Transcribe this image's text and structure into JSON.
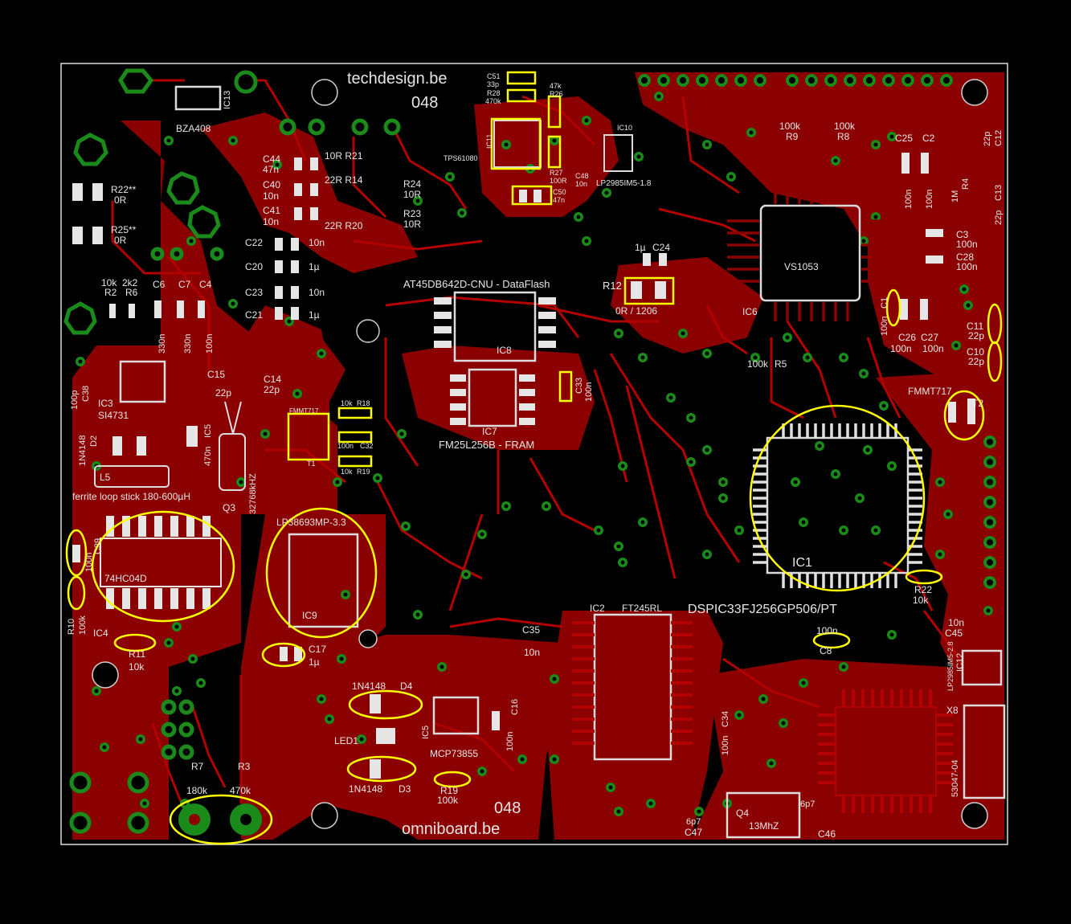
{
  "board": {
    "title_top": "techdesign.be",
    "number_top": "048",
    "number_bottom": "048",
    "title_bottom": "omniboard.be",
    "colors": {
      "background": "#000000",
      "copper": "#8b0000",
      "trace": "#b30000",
      "via": "#1a8a1a",
      "pad": "#ffffff",
      "outline": "#dcdcdc",
      "highlight": "#ffff00"
    }
  },
  "components": {
    "bza408": "BZA408",
    "ic13": "IC13",
    "c44": "C44",
    "c44_val": "47n",
    "c40": "C40",
    "c40_val": "10n",
    "c41": "C41",
    "c41_val": "10n",
    "r21": "10R R21",
    "r14": "22R R14",
    "r20": "22R R20",
    "r24": "R24",
    "r24_val": "10R",
    "r23": "R23",
    "r23_val": "10R",
    "r22": "R22**",
    "r22_val": "0R",
    "r25": "R25**",
    "r25_val": "0R",
    "c22": "C22",
    "c22_val": "10n",
    "c20": "C20",
    "c20_val": "1µ",
    "c23": "C23",
    "c23_val": "10n",
    "c21": "C21",
    "c21_val": "1µ",
    "r2": "R2",
    "r2_val": "10k",
    "r6": "R6",
    "r6_val": "2k2",
    "c6": "C6",
    "c6_val": "330n",
    "c7": "C7",
    "c7_val": "330n",
    "c4": "C4",
    "c4_val": "100n",
    "c38": "C38",
    "c38_val": "100p",
    "ic3": "IC3",
    "si4731": "SI4731",
    "c15": "C15",
    "c15_val": "22p",
    "c14": "C14",
    "c14_val": "22p",
    "ic15": "IC5",
    "ic15_val": "470n",
    "d2": "D2",
    "d2_val": "1N4148",
    "l5": "L5",
    "ferrite": "ferrite loop stick 180-600µH",
    "q3": "Q3",
    "q3_val": "32768kHZ",
    "c39": "C39",
    "c39_val": "100n",
    "r10": "R10",
    "r10_val": "100k",
    "ic4": "IC4",
    "hc04": "74HC04D",
    "r11": "R11",
    "r11_val": "10k",
    "ic9": "IC9",
    "lp3": "LP38693MP-3.3",
    "c17": "C17",
    "c17_val": "1µ",
    "t1": "T1",
    "t1_type": "FMMT717",
    "r18": "R18",
    "r18_val": "10k",
    "c32": "C32",
    "c32_val": "100n",
    "r19b": "R19",
    "r19b_val": "10k",
    "r7": "R7",
    "r7_val": "180k",
    "r3": "R3",
    "r3_val": "470k",
    "d4": "D4",
    "d4_val": "1N4148",
    "led1": "LED1",
    "d3": "D3",
    "d3_val": "1N4148",
    "ic5b": "IC5",
    "mcp": "MCP73855",
    "c16": "C16",
    "c16_val": "100n",
    "r19": "R19",
    "r19_val": "100k",
    "c35": "C35",
    "c35_val": "10n",
    "at45": "AT45DB642D-CNU - DataFlash",
    "ic8": "IC8",
    "ic7": "IC7",
    "fram": "FM25L256B - FRAM",
    "c33": "C33",
    "c33_val": "100n",
    "ic2": "IC2",
    "ft245": "FT245RL",
    "c34": "C34",
    "c34_val": "100n",
    "c51": "C51",
    "c51_val": "33p",
    "r28": "R28",
    "r28_val": "470k",
    "r26": "R26",
    "r26_val": "47k",
    "ic11": "IC11",
    "tps": "TPS61080",
    "r27": "R27",
    "r27_val": "100R",
    "c48": "C48",
    "c48_val": "10n",
    "c50": "C50",
    "c50_val": "47n",
    "ic10": "IC10",
    "lp2985": "LP2985IM5-1.8",
    "c24": "C24",
    "c24_val": "1µ",
    "r12": "R12",
    "r12_val": "0R / 1206",
    "ic6": "IC6",
    "vs1053": "VS1053",
    "r5": "R5",
    "r5_val": "100k",
    "r9": "R9",
    "r9_val": "100k",
    "r8": "R8",
    "r8_val": "100k",
    "c25": "C25",
    "c25_val": "100n",
    "c2": "C2",
    "c2_val": "100n",
    "r4": "R4",
    "r4_val": "1M",
    "c12": "C12",
    "c12_val": "22p",
    "c13": "C13",
    "c13_val": "22p",
    "c3": "C3",
    "c3_val": "100n",
    "c28": "C28",
    "c28_val": "100n",
    "c1": "C1",
    "c1_val": "100n",
    "c26": "C26",
    "c26_val": "100n",
    "c27": "C27",
    "c27_val": "100n",
    "c11": "C11",
    "c11_val": "22p",
    "c10": "C10",
    "c10_val": "22p",
    "t2": "T2",
    "t2_type": "FMMT717",
    "ic1": "IC1",
    "dspic": "DSPIC33FJ256GP506/PT",
    "r22b": "R22",
    "r22b_val": "10k",
    "c8": "C8",
    "c8_val": "100n",
    "c45": "C45",
    "c45_val": "10n",
    "ic12": "IC12",
    "ic12_val": "LP2985IM5-2.8",
    "x8": "X8",
    "x8_val": "53047-04",
    "q4": "Q4",
    "q4_val": "13MhZ",
    "c47": "C47",
    "c47_val": "6p7",
    "c46": "C46",
    "c46_val": "6p7"
  }
}
